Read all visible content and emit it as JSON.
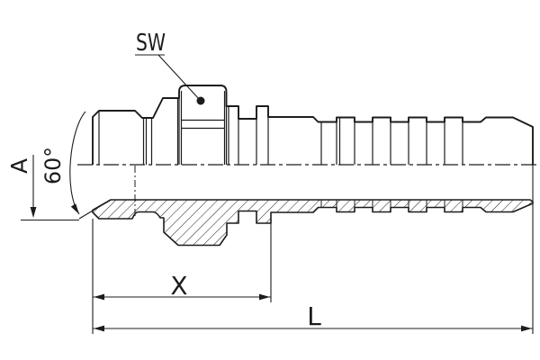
{
  "drawing": {
    "type": "technical-drawing-hose-fitting",
    "labels": {
      "wrench_size": "SW",
      "thread_ref": "A",
      "cone_angle": "60°",
      "dim_cutoff": "X",
      "dim_overall_length": "L"
    },
    "colors": {
      "ink": "#1c1c1c",
      "paper": "#ffffff"
    }
  }
}
